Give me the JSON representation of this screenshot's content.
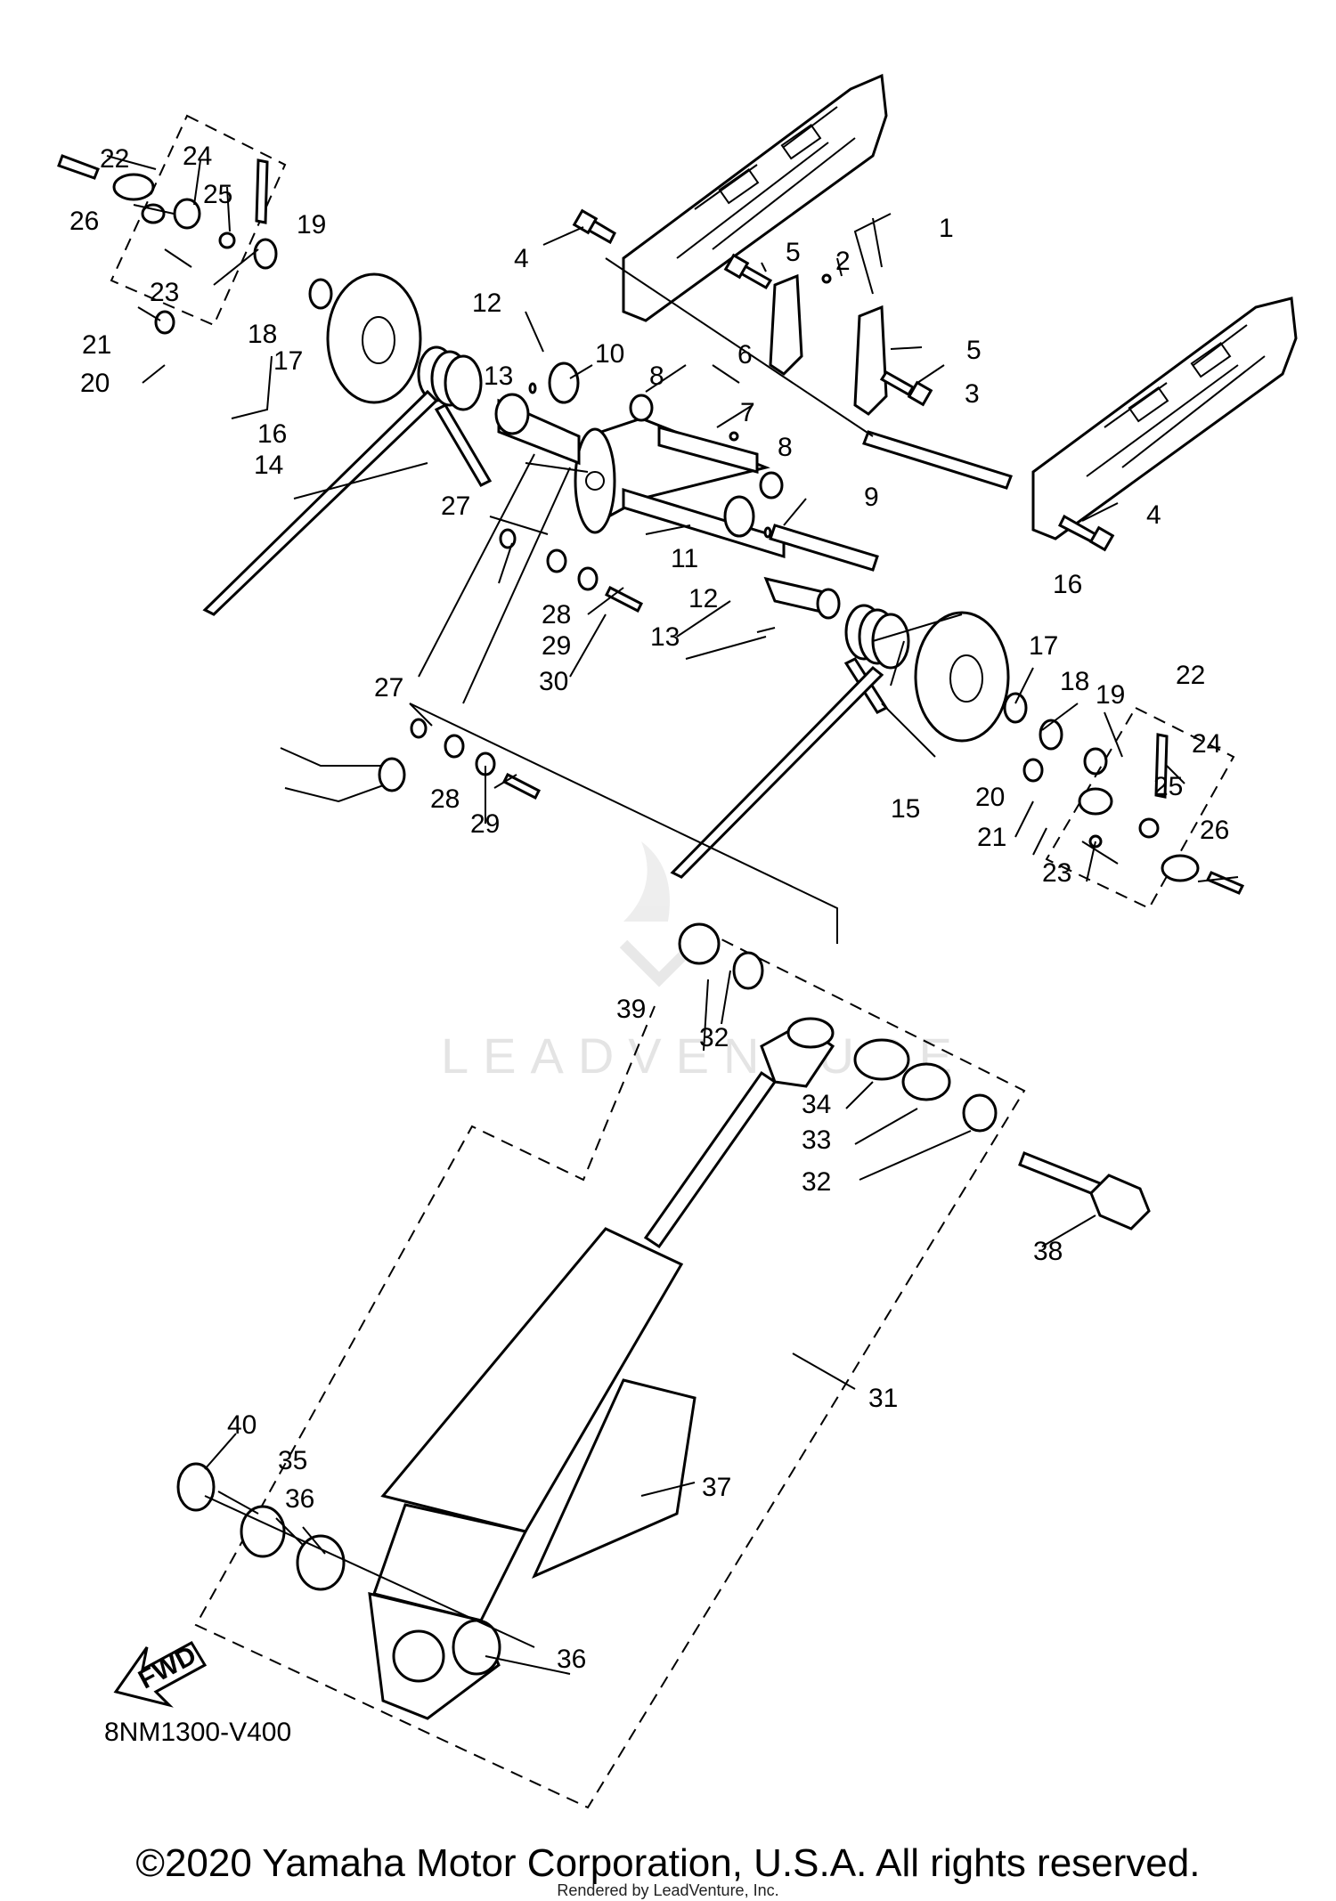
{
  "diagram_code": "8NM1300-V400",
  "fwd_label": "FWD",
  "copyright": "©2020 Yamaha Motor Corporation, U.S.A. All rights reserved.",
  "rendered_by": "Rendered by LeadVenture, Inc.",
  "watermark": "LEADVENTURE",
  "callouts": [
    "1",
    "2",
    "3",
    "4",
    "4",
    "5",
    "5",
    "6",
    "7",
    "8",
    "8",
    "9",
    "10",
    "11",
    "12",
    "12",
    "13",
    "13",
    "14",
    "15",
    "16",
    "16",
    "17",
    "17",
    "18",
    "18",
    "19",
    "19",
    "20",
    "20",
    "21",
    "21",
    "22",
    "22",
    "23",
    "23",
    "24",
    "24",
    "25",
    "25",
    "26",
    "26",
    "27",
    "27",
    "28",
    "28",
    "29",
    "29",
    "30",
    "31",
    "32",
    "32",
    "33",
    "34",
    "35",
    "36",
    "36",
    "37",
    "38",
    "39",
    "40"
  ]
}
